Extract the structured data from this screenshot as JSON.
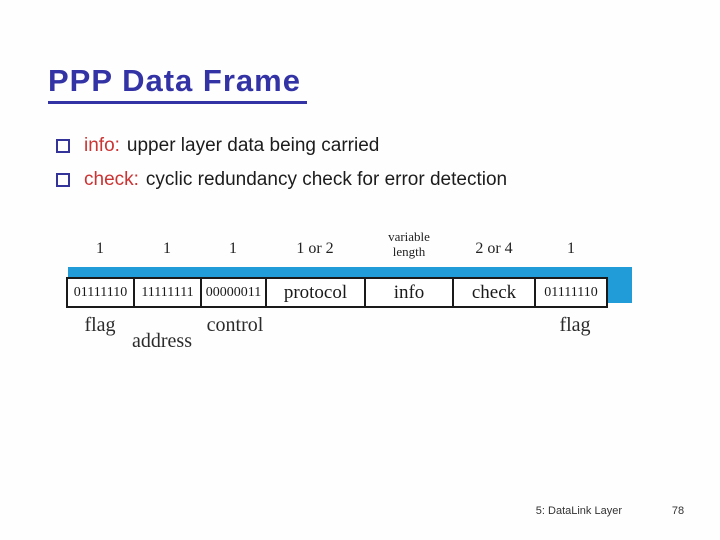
{
  "title": "PPP Data Frame",
  "bullets": [
    {
      "term": "info:",
      "text": "upper layer data being carried"
    },
    {
      "term": "check:",
      "text": "cyclic redundancy check for error detection"
    }
  ],
  "frame_diagram": {
    "fields": [
      {
        "size": "1",
        "cell": "01111110",
        "label": "flag"
      },
      {
        "size": "1",
        "cell": "11111111",
        "label": "address"
      },
      {
        "size": "1",
        "cell": "00000011",
        "label": "control"
      },
      {
        "size": "1 or 2",
        "cell": "protocol",
        "label": ""
      },
      {
        "size": "variable length",
        "cell": "info",
        "label": ""
      },
      {
        "size": "2 or 4",
        "cell": "check",
        "label": ""
      },
      {
        "size": "1",
        "cell": "01111110",
        "label": "flag"
      }
    ]
  },
  "colors": {
    "title_blue": "#3333a6",
    "term_red": "#cc3333",
    "bullet_square_blue": "#333399",
    "band_blue": "#219cd8"
  },
  "footer": {
    "section": "5: DataLink Layer",
    "page": "78"
  }
}
